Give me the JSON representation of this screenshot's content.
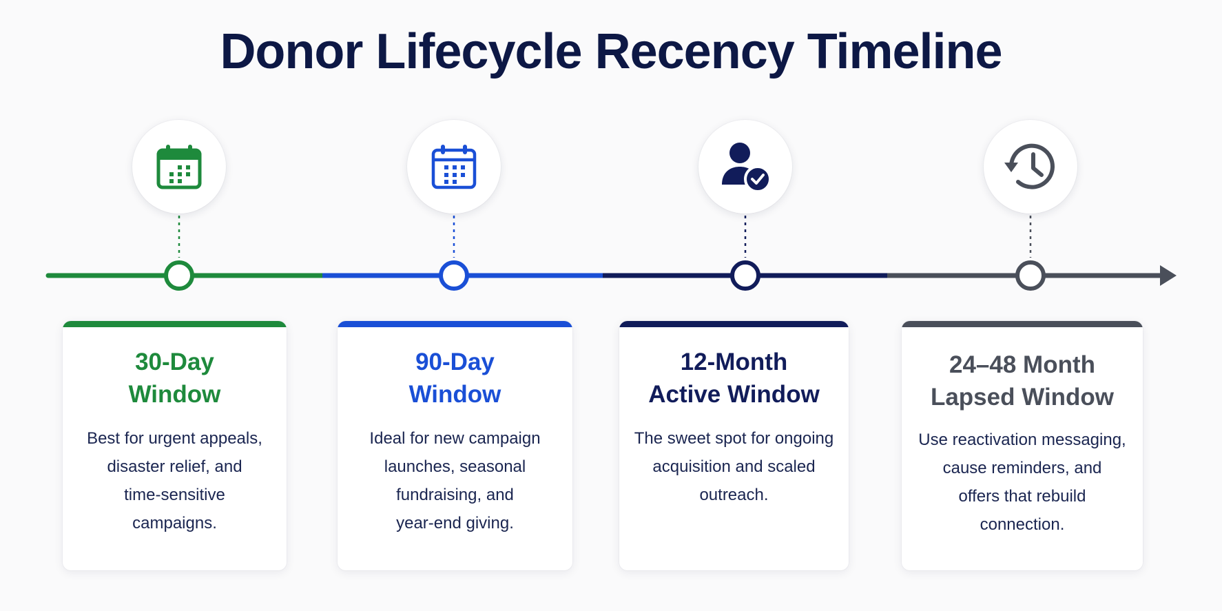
{
  "title": "Donor Lifecycle Recency Timeline",
  "colors": {
    "green": "#1e8a3c",
    "blue": "#1a4fd6",
    "navy": "#111c5a",
    "gray": "#4a4f5a"
  },
  "stages": [
    {
      "icon": "calendar-icon",
      "title": "30-Day\nWindow",
      "description": "Best for urgent appeals,\ndisaster relief, and\ntime-sensitive\ncampaigns."
    },
    {
      "icon": "calendar-icon",
      "title": "90-Day\nWindow",
      "description": "Ideal for new campaign\nlaunches, seasonal\nfundraising, and\nyear-end giving."
    },
    {
      "icon": "verified-user-icon",
      "title": "12-Month\nActive Window",
      "description": "The sweet spot for ongoing\nacquisition and scaled\noutreach."
    },
    {
      "icon": "history-icon",
      "title": "24–48 Month\nLapsed Window",
      "description": "Use reactivation messaging,\ncause reminders, and\noffers that rebuild\nconnection."
    }
  ]
}
